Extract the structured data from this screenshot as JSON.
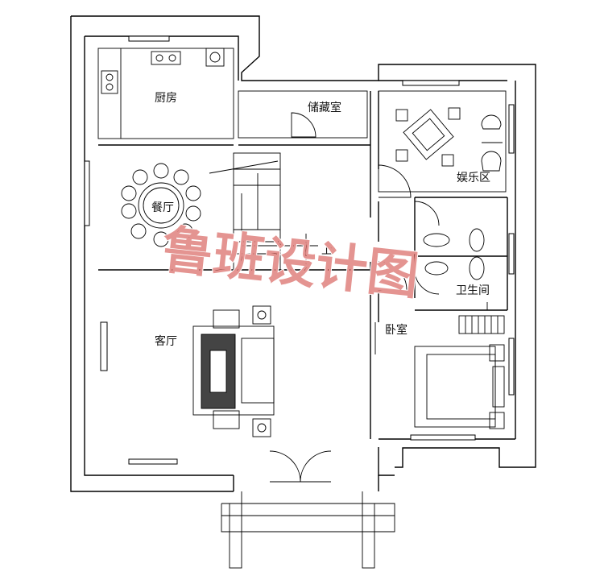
{
  "rooms": {
    "kitchen": "厨房",
    "storage": "储藏室",
    "entertainment": "娱乐区",
    "dining": "餐厅",
    "bathroom": "卫生间",
    "living": "客厅",
    "bedroom": "卧室"
  },
  "stair_label": "上",
  "watermark": "鲁班设计图",
  "colors": {
    "lines": "#000000",
    "background": "#ffffff",
    "watermark": "#cd3c37"
  }
}
